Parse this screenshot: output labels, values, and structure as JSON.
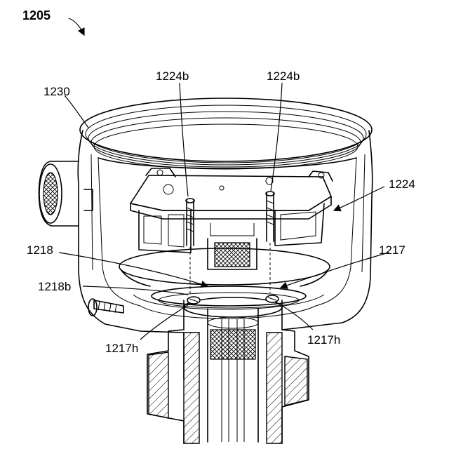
{
  "figure": {
    "number": "1205",
    "labels": {
      "housing": "1230",
      "fastener_left": "1224b",
      "fastener_right": "1224b",
      "module": "1224",
      "plate": "1218",
      "plate_edge": "1218b",
      "ring": "1217",
      "hole_left": "1217h",
      "hole_right": "1217h"
    }
  }
}
